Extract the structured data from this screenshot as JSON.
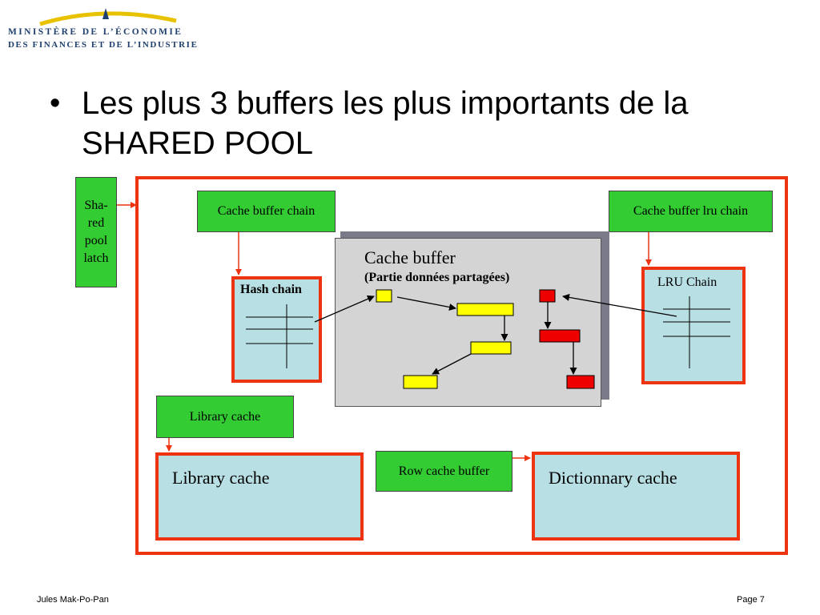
{
  "header": {
    "logo_line1": "MINISTÈRE DE L’ÉCONOMIE",
    "logo_line2": "DES FINANCES ET DE L’INDUSTRIE"
  },
  "slide": {
    "title_line1": "Les plus 3 buffers les plus importants de la",
    "title_line2": "SHARED POOL"
  },
  "diagram": {
    "latch": {
      "line1": "Sha-",
      "line2": "red",
      "line3": "pool",
      "line4": "latch"
    },
    "cache_buffer_chain": "Cache buffer chain",
    "cache_buffer_lru_chain": "Cache buffer lru chain",
    "cache_buffer_title": "Cache buffer",
    "cache_buffer_subtitle": "(Partie données partagées)",
    "hash_chain": "Hash chain",
    "lru_chain": "LRU Chain",
    "library_cache_latch": "Library cache",
    "library_cache": "Library cache",
    "row_cache_buffer": "Row cache buffer",
    "dictionnary_cache": "Dictionnary cache"
  },
  "colors": {
    "frame": "#ee3311",
    "green": "#33cc33",
    "cyan": "#b8dfe3",
    "yellow": "#ffff00",
    "red": "#ee0000",
    "gray": "#d4d4d4"
  },
  "footer": {
    "author": "Jules Mak-Po-Pan",
    "page": "Page 7"
  }
}
